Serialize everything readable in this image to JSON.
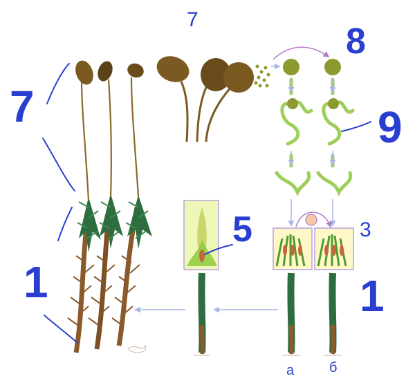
{
  "colors": {
    "ink": "#2a3fd0",
    "arrow": "#a9b7e6",
    "purple_arrow": "#b57ac9",
    "frame": "#b7a4dd",
    "moss_green": "#2e6d3f",
    "moss_brown": "#8a5a2a",
    "capsule": "#7a5a20",
    "spore": "#8c9a30",
    "protonema": "#9dcf5a"
  },
  "labels": {
    "top": "7",
    "left": "7",
    "spore": "8",
    "protonema": "9",
    "leaf": "5",
    "gametangia": "3",
    "left_plant": "1",
    "right_plant": "1",
    "sub_a": "а",
    "sub_b": "б"
  }
}
